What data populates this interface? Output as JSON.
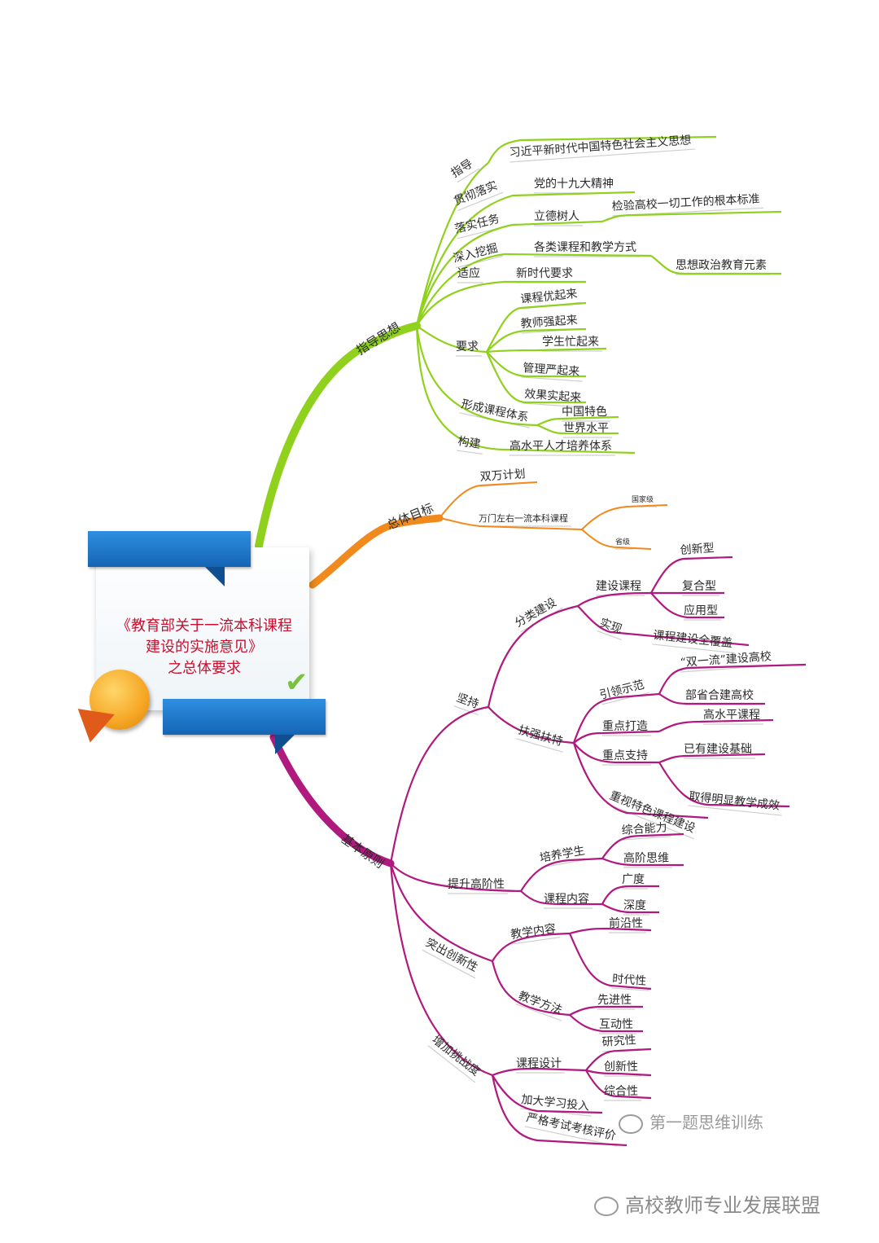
{
  "center": {
    "title_line1": "《教育部关于一流本科课程",
    "title_line2": "建设的实施意见》",
    "title_line3": "之总体要求"
  },
  "branches": {
    "guiding": {
      "label": "指导思想",
      "color": "#8fd11c",
      "items": {
        "zhidao": "指导",
        "zhidao_1": "习近平新时代中国特色社会主义思想",
        "guanche": "贯彻落实",
        "guanche_1": "党的十九大精神",
        "luoshi": "落实任务",
        "luoshi_1": "立德树人",
        "luoshi_2": "检验高校一切工作的根本标准",
        "shenru": "深入挖掘",
        "shenru_1": "各类课程和教学方式",
        "shenru_2": "思想政治教育元素",
        "shiying": "适应",
        "shiying_1": "新时代要求",
        "yaoqiu": "要求",
        "yaoqiu_1": "课程优起来",
        "yaoqiu_2": "教师强起来",
        "yaoqiu_3": "学生忙起来",
        "yaoqiu_4": "管理严起来",
        "yaoqiu_5": "效果实起来",
        "xingcheng": "形成课程体系",
        "xingcheng_1": "中国特色",
        "xingcheng_2": "世界水平",
        "goujian": "构建",
        "goujian_1": "高水平人才培养体系"
      }
    },
    "goal": {
      "label": "总体目标",
      "color": "#f08a1c",
      "items": {
        "shuangwan": "双万计划",
        "wanmen": "万门左右一流本科课程",
        "guojia": "国家级",
        "shengji": "省级"
      }
    },
    "principle": {
      "label": "基本原则",
      "color": "#b0197e",
      "items": {
        "jianchi": "坚持",
        "fenlei": "分类建设",
        "jianshe": "建设课程",
        "chuangxin_xing": "创新型",
        "fuhe": "复合型",
        "yingyong": "应用型",
        "shixian": "实现",
        "fugai": "课程建设全覆盖",
        "fuqiang": "扶强扶特",
        "yinling": "引领示范",
        "shuangyiliu": "“双一流”建设高校",
        "bushenghe": "部省合建高校",
        "zhongdian_dz": "重点打造",
        "gaoshuiping": "高水平课程",
        "zhongdian_zc": "重点支持",
        "yiyou": "已有建设基础",
        "qude": "取得明显教学成效",
        "zhongshi": "重视特色课程建设",
        "tisheng": "提升高阶性",
        "peiyang": "培养学生",
        "zonghe_nl": "综合能力",
        "gaojie": "高阶思维",
        "kecheng_nr": "课程内容",
        "guangdu": "广度",
        "shendu": "深度",
        "tuchu": "突出创新性",
        "jiaoxue_nr": "教学内容",
        "qianyan": "前沿性",
        "shidai": "时代性",
        "jiaoxue_ff": "教学方法",
        "xianjin": "先进性",
        "hudong": "互动性",
        "zengjia": "增加挑战度",
        "kecheng_sj": "课程设计",
        "yanjiu": "研究性",
        "chuangxin": "创新性",
        "zonghe": "综合性",
        "jiada": "加大学习投入",
        "yange": "严格考试考核评价"
      }
    }
  },
  "watermarks": {
    "inner": "第一题思维训练",
    "outer": "高校教师专业发展联盟"
  }
}
